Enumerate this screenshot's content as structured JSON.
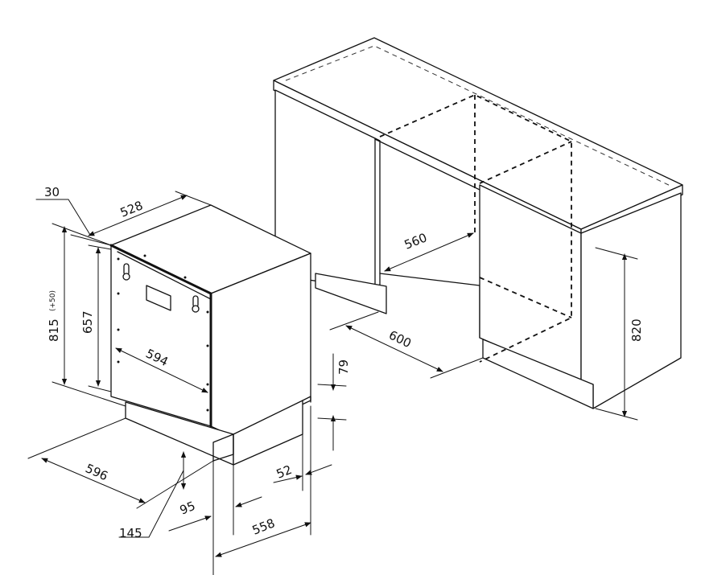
{
  "dimensions": {
    "d30": "30",
    "d528": "528",
    "d815": "815",
    "d815_tol": "(+50)",
    "d657": "657",
    "d594": "594",
    "d596": "596",
    "d79": "79",
    "d52": "52",
    "d95": "95",
    "d145": "145",
    "d558": "558",
    "d560": "560",
    "d600": "600",
    "d820": "820"
  },
  "colors": {
    "line": "#111111",
    "background": "#ffffff"
  }
}
